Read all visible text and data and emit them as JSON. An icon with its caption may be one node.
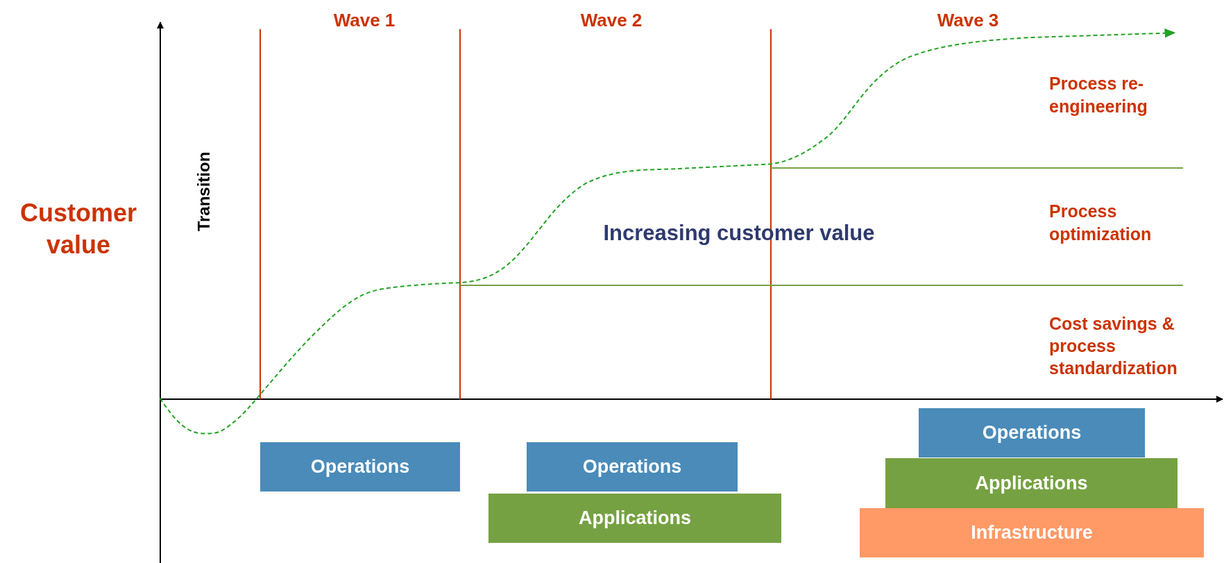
{
  "diagram": {
    "nodes": [
      {
        "text": [
          "Operations"
        ]
      },
      {
        "text": [
          "Operations"
        ]
      },
      {
        "text": [
          "Applications"
        ]
      },
      {
        "text": [
          "Operations"
        ]
      },
      {
        "text": [
          "Applications"
        ]
      },
      {
        "text": [
          "Infrastructure"
        ]
      }
    ],
    "labels": [
      "Wave 1",
      "Wave 2",
      "Wave 3",
      "Customer value",
      "Transition",
      "Increasing customer value",
      "Process re- engineering",
      "Process optimization",
      "Cost savings & process standardization"
    ]
  }
}
